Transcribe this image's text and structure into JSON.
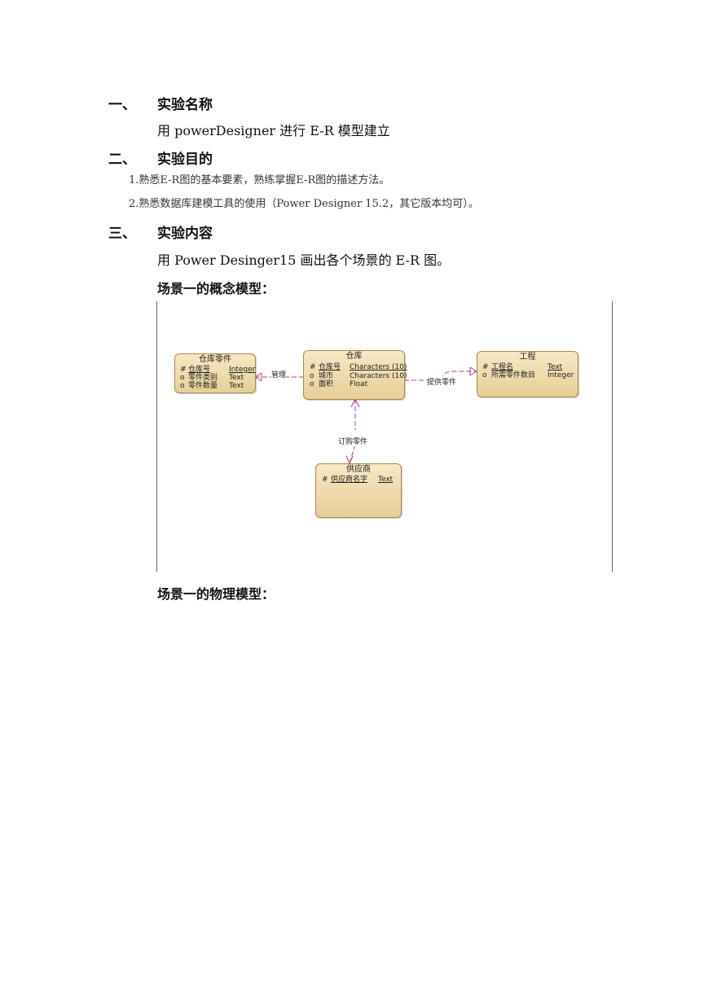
{
  "sections": [
    {
      "num": "一、",
      "title": "实验名称",
      "lines": [
        "用 powerDesigner 进行 E-R 模型建立"
      ]
    },
    {
      "num": "二、",
      "title": "实验目的",
      "items": [
        "1.熟悉E-R图的基本要素，熟练掌握E-R图的描述方法。",
        "2.熟悉数据库建模工具的使用（Power Designer 15.2，其它版本均可）。"
      ]
    },
    {
      "num": "三、",
      "title": "实验内容",
      "lines": [
        "用 Power Desinger15 画出各个场景的 E-R 图。"
      ]
    }
  ],
  "conceptual_title": "场景一的概念模型：",
  "physical_title": "场景一的物理模型：",
  "diagram": {
    "entities": {
      "parts": {
        "name": "仓库零件",
        "attrs": [
          {
            "mark": "#",
            "name": "仓库号",
            "type": "Integer"
          },
          {
            "mark": "o",
            "name": "零件类别",
            "type": "Text"
          },
          {
            "mark": "o",
            "name": "零件数量",
            "type": "Text"
          }
        ]
      },
      "warehouse": {
        "name": "仓库",
        "attrs": [
          {
            "mark": "#",
            "name": "仓库号",
            "type": "Characters (10)"
          },
          {
            "mark": "o",
            "name": "城市",
            "type": "Characters (10)"
          },
          {
            "mark": "o",
            "name": "面积",
            "type": "Float"
          }
        ]
      },
      "project": {
        "name": "工程",
        "attrs": [
          {
            "mark": "#",
            "name": "工程名",
            "type": "Text"
          },
          {
            "mark": "o",
            "name": "所需零件数目",
            "type": "Integer"
          }
        ]
      },
      "supplier": {
        "name": "供应商",
        "attrs": [
          {
            "mark": "#",
            "name": "供应商名字",
            "type": "Text"
          }
        ]
      }
    },
    "relations": {
      "manage": "管理",
      "supply": "提供零件",
      "order": "订购零件"
    }
  }
}
